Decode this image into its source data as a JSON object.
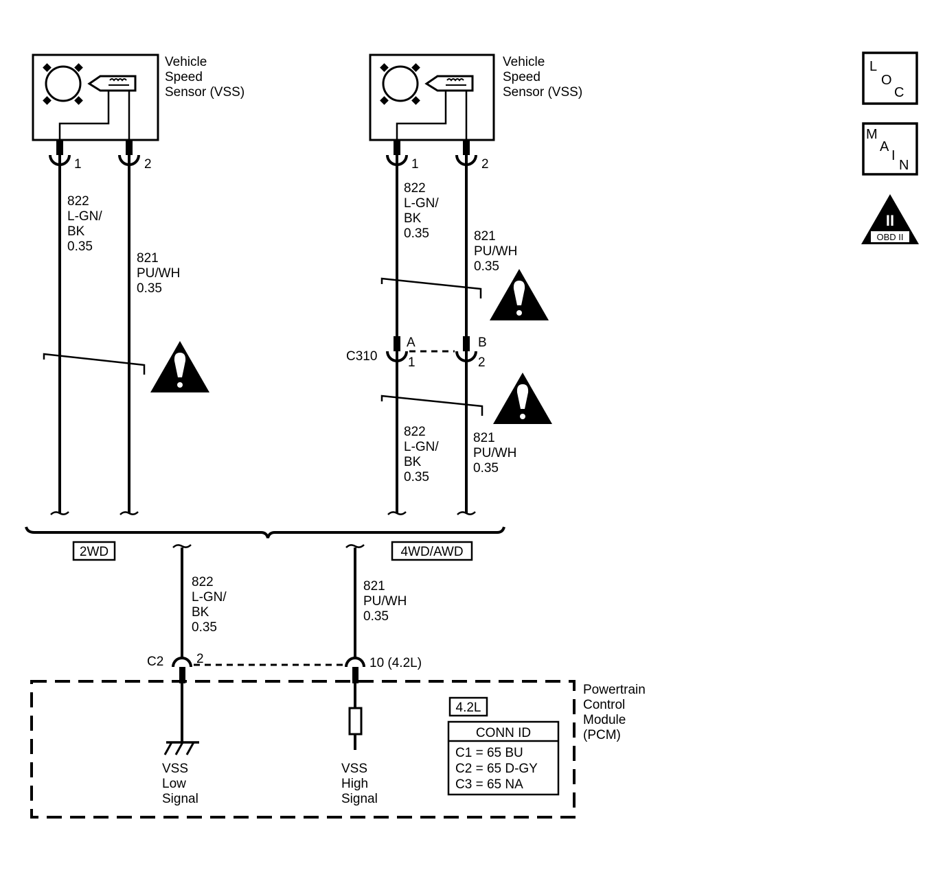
{
  "sensors": [
    {
      "name_lines": [
        "Vehicle",
        "Speed",
        "Sensor (VSS)"
      ],
      "pin_a": "1",
      "pin_b": "2",
      "wire_a_lines": [
        "822",
        "L-GN/",
        "BK",
        "0.35"
      ],
      "wire_b_lines": [
        "821",
        "PU/WH",
        "0.35"
      ]
    },
    {
      "name_lines": [
        "Vehicle",
        "Speed",
        "Sensor (VSS)"
      ],
      "pin_a": "1",
      "pin_b": "2",
      "wire_a_upper_lines": [
        "822",
        "L-GN/",
        "BK",
        "0.35"
      ],
      "wire_b_upper_lines": [
        "821",
        "PU/WH",
        "0.35"
      ],
      "wire_a_lower_lines": [
        "822",
        "L-GN/",
        "BK",
        "0.35"
      ],
      "wire_b_lower_lines": [
        "821",
        "PU/WH",
        "0.35"
      ]
    }
  ],
  "c310": {
    "name": "C310",
    "pin_a_top": "A",
    "pin_b_top": "B",
    "pin_a_bottom": "1",
    "pin_b_bottom": "2"
  },
  "options": {
    "left": "2WD",
    "right": "4WD/AWD"
  },
  "pcm_wires": {
    "low_lines": [
      "822",
      "L-GN/",
      "BK",
      "0.35"
    ],
    "high_lines": [
      "821",
      "PU/WH",
      "0.35"
    ]
  },
  "pcm_connector": {
    "name": "C2",
    "pin_low": "2",
    "pin_high": "10 (4.2L)"
  },
  "pcm": {
    "name_lines": [
      "Powertrain",
      "Control",
      "Module",
      "(PCM)"
    ],
    "low_signal_lines": [
      "VSS",
      "Low",
      "Signal"
    ],
    "high_signal_lines": [
      "VSS",
      "High",
      "Signal"
    ],
    "engine_tag": "4.2L",
    "conn_id_title": "CONN ID",
    "conn_ids": [
      "C1 = 65 BU",
      "C2 = 65 D-GY",
      "C3 = 65 NA"
    ]
  },
  "side_icons": {
    "loc": [
      "L",
      "O",
      "C"
    ],
    "main": [
      "M",
      "A",
      "I",
      "N"
    ],
    "obd_roman": "II",
    "obd_label": "OBD II"
  },
  "colors": {
    "ink": "#000000",
    "paper": "#ffffff"
  }
}
